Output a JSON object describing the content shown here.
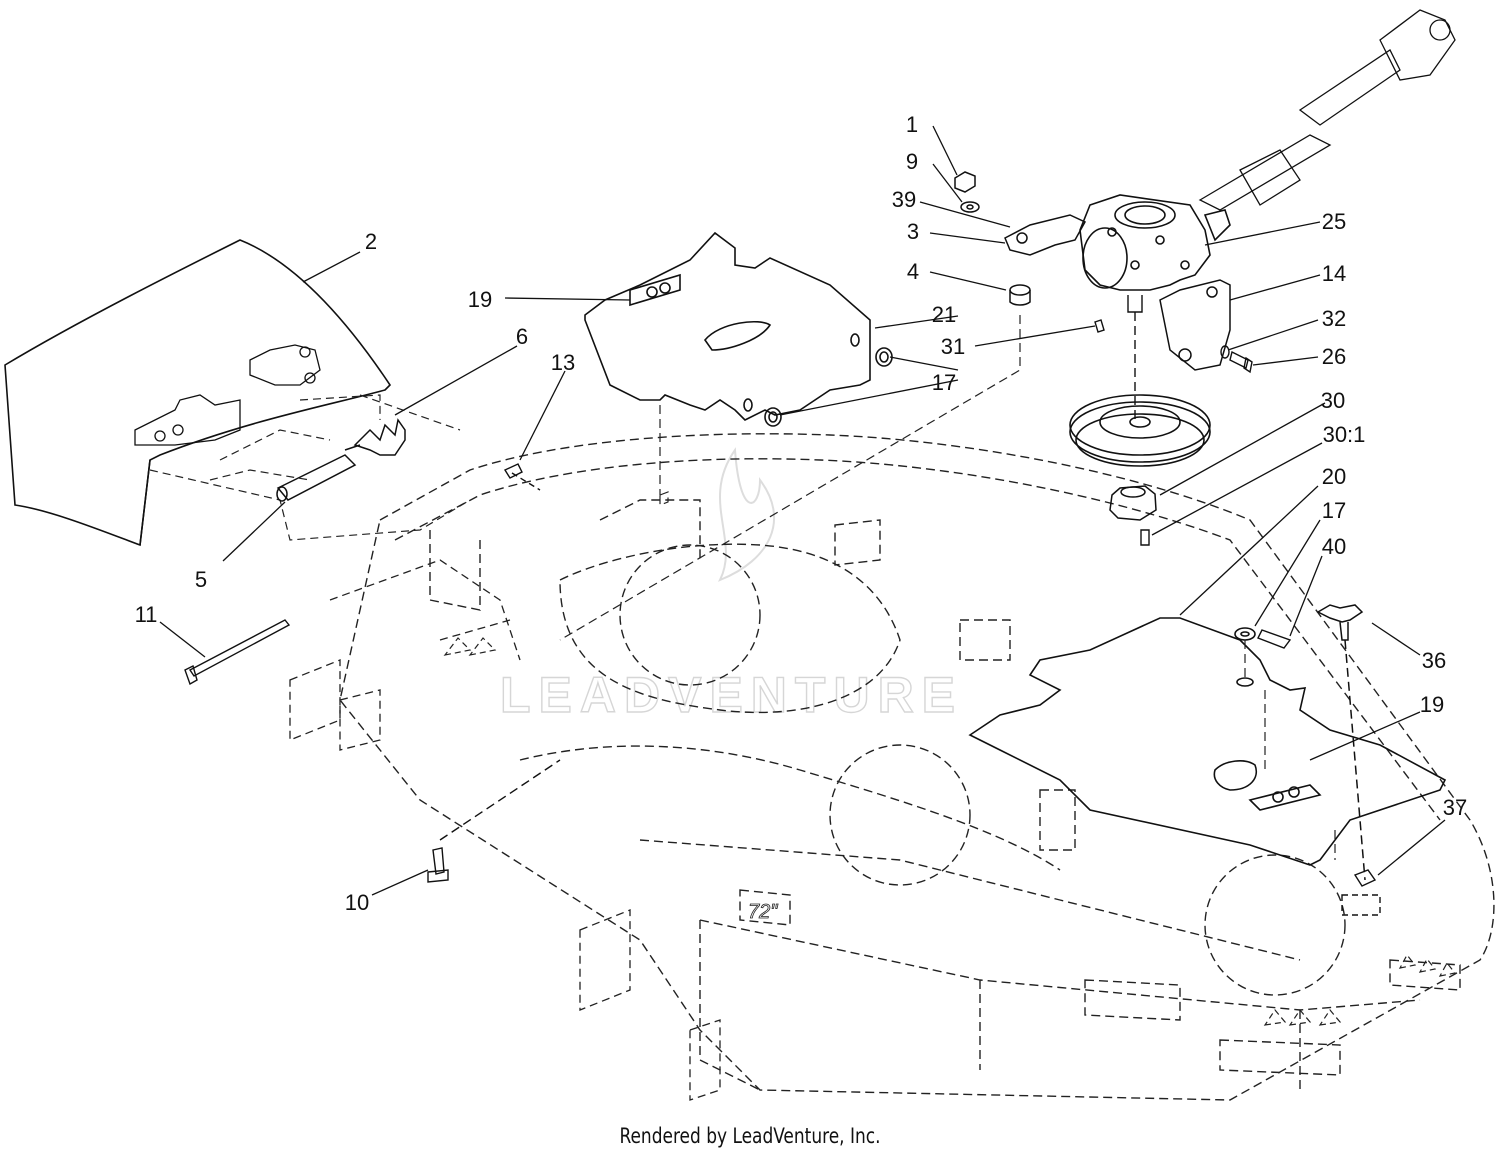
{
  "footer": {
    "credit": "Rendered by LeadVenture, Inc."
  },
  "watermark": {
    "text": "LEADVENTURE"
  },
  "deck_decal": {
    "text": "72\""
  },
  "callouts": [
    {
      "id": "c1",
      "text": "1"
    },
    {
      "id": "c9",
      "text": "9"
    },
    {
      "id": "c39",
      "text": "39"
    },
    {
      "id": "c3",
      "text": "3"
    },
    {
      "id": "c4",
      "text": "4"
    },
    {
      "id": "c25",
      "text": "25"
    },
    {
      "id": "c14",
      "text": "14"
    },
    {
      "id": "c32",
      "text": "32"
    },
    {
      "id": "c26",
      "text": "26"
    },
    {
      "id": "c31",
      "text": "31"
    },
    {
      "id": "c21",
      "text": "21"
    },
    {
      "id": "c17a",
      "text": "17"
    },
    {
      "id": "c19a",
      "text": "19"
    },
    {
      "id": "c2",
      "text": "2"
    },
    {
      "id": "c6",
      "text": "6"
    },
    {
      "id": "c13",
      "text": "13"
    },
    {
      "id": "c5",
      "text": "5"
    },
    {
      "id": "c11",
      "text": "11"
    },
    {
      "id": "c10",
      "text": "10"
    },
    {
      "id": "c30",
      "text": "30"
    },
    {
      "id": "c301",
      "text": "30:1"
    },
    {
      "id": "c20",
      "text": "20"
    },
    {
      "id": "c17b",
      "text": "17"
    },
    {
      "id": "c40",
      "text": "40"
    },
    {
      "id": "c36",
      "text": "36"
    },
    {
      "id": "c19b",
      "text": "19"
    },
    {
      "id": "c37",
      "text": "37"
    }
  ]
}
